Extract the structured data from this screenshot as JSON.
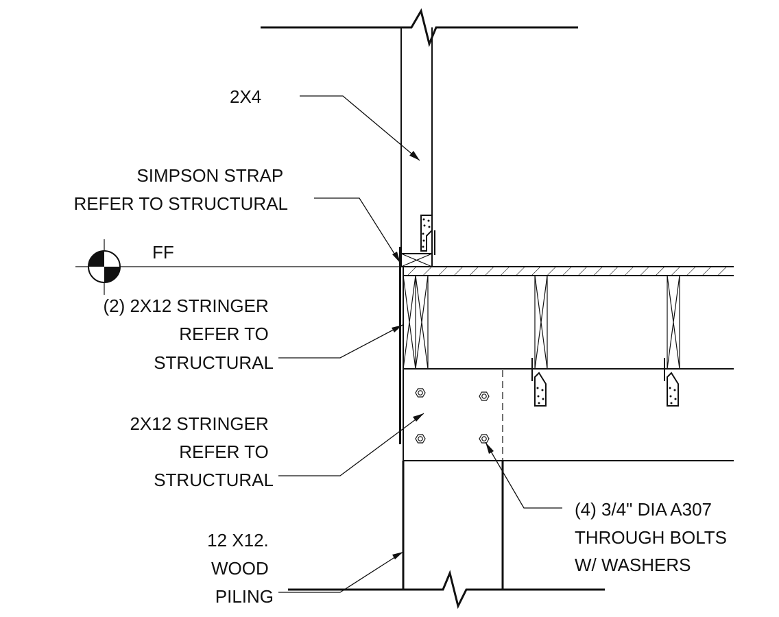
{
  "labels": {
    "stud": [
      "2X4"
    ],
    "strap": [
      "SIMPSON STRAP",
      "REFER TO STRUCTURAL"
    ],
    "ff": [
      "FF"
    ],
    "double_stringer": [
      "(2) 2X12 STRINGER",
      "REFER TO",
      "STRUCTURAL"
    ],
    "stringer": [
      "2X12 STRINGER",
      "REFER TO",
      "STRUCTURAL"
    ],
    "bolts": [
      "(4) 3/4\" DIA A307",
      "THROUGH BOLTS",
      "W/ WASHERS"
    ],
    "piling": [
      "12 X12.",
      "WOOD",
      "PILING"
    ]
  },
  "colors": {
    "line": "#111111",
    "background": "#ffffff"
  }
}
